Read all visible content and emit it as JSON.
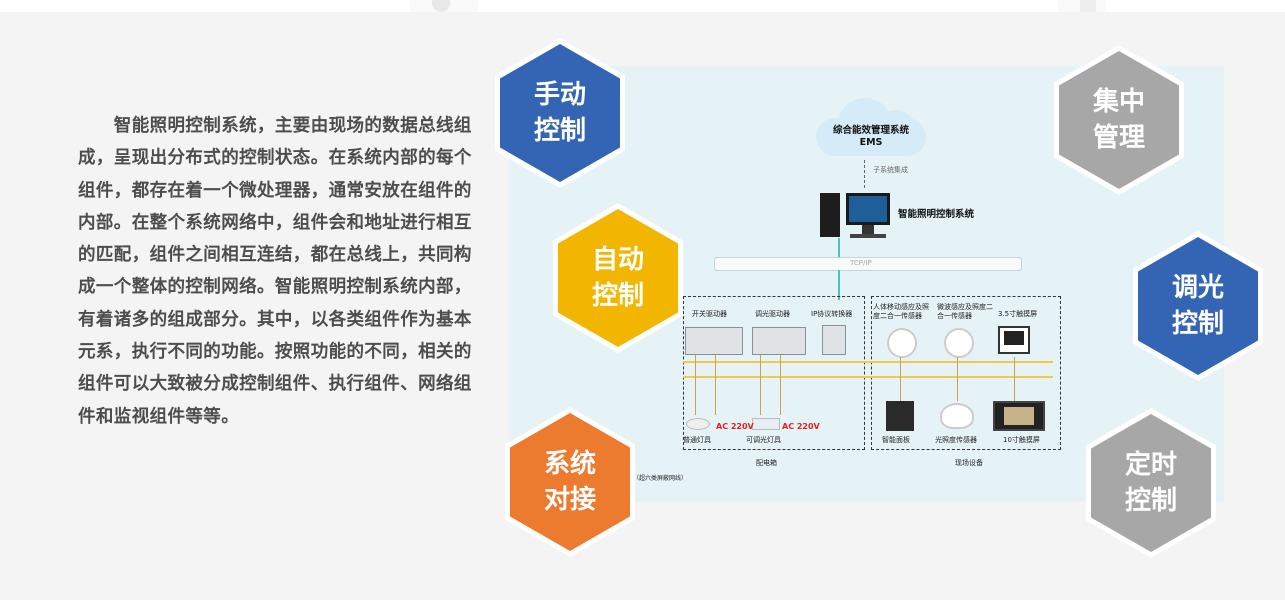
{
  "intro": {
    "text": "　　智能照明控制系统，主要由现场的数据总线组成，呈现出分布式的控制状态。在系统内部的每个组件，都存在着一个微处理器，通常安放在组件的内部。在整个系统网络中，组件会和地址进行相互的匹配，组件之间相互连结，都在总线上，共同构成一个整体的控制网络。智能照明控制系统内部，有着诸多的组成部分。其中，以各类组件作为基本元系，执行不同的功能。按照功能的不同，相关的组件可以大致被分成控制组件、执行组件、网络组件和监视组件等等。"
  },
  "features": [
    {
      "label": "手动\n控制",
      "color": "#3465b5"
    },
    {
      "label": "自动\n控制",
      "color": "#f2b600"
    },
    {
      "label": "系统\n对接",
      "color": "#ec7a2f"
    },
    {
      "label": "集中\n管理",
      "color": "#a7a7a7"
    },
    {
      "label": "调光\n控制",
      "color": "#3465b5"
    },
    {
      "label": "定时\n控制",
      "color": "#a7a7a7"
    }
  ],
  "diagram": {
    "ems_line1": "综合能效管理系统",
    "ems_line2": "EMS",
    "sub_integration": "子系统集成",
    "pc_label": "智能照明控制系统",
    "bus_label": "TCP/IP",
    "switch_driver": "开关驱动器",
    "dimming_driver": "调光驱动器",
    "ip_converter": "IP协议转换器",
    "ac1": "AC 220V",
    "ac2": "AC 220V",
    "normal_lamp": "普通灯具",
    "dimmable_lamp": "可调光灯具",
    "distribution_box": "配电箱",
    "cable_note": "（超六类屏蔽网线）",
    "body_sensor": "人体移动感应及照度二合一传感器",
    "microwave_sensor": "微波感应及照度二合一传感器",
    "touch35": "3.5寸触摸屏",
    "smart_panel": "智能面板",
    "light_sensor": "光照度传感器",
    "touch10": "10寸触摸屏",
    "field_devices": "现场设备"
  }
}
